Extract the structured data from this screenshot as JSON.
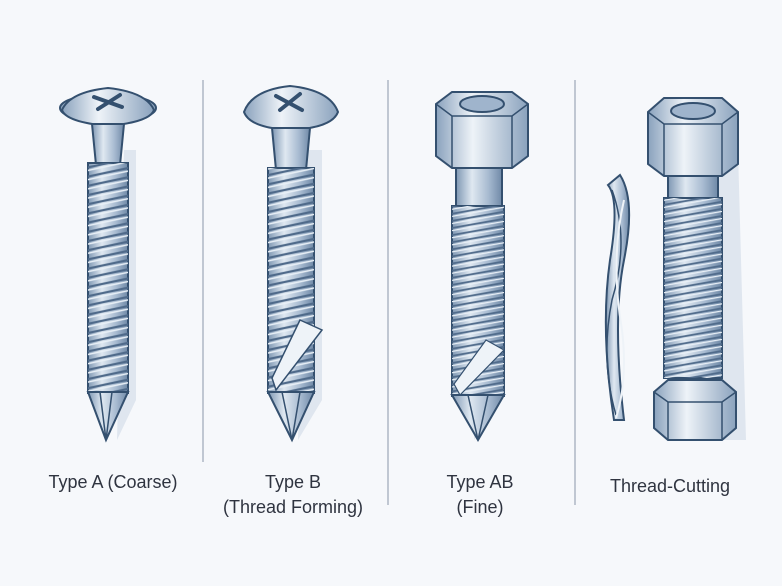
{
  "labels": {
    "type_a": "Type A (Coarse)",
    "type_b_line1": "Type B",
    "type_b_line2": "(Thread Forming)",
    "type_ab_line1": "Type AB",
    "type_ab_line2": "(Fine)",
    "thread_cutting": "Thread-Cutting"
  },
  "colors": {
    "background": "#f6f8fb",
    "metal_light": "#d9e3ee",
    "metal_mid": "#9fb4cc",
    "metal_dark": "#5f7896",
    "outline": "#34506f",
    "shadow": "#dfe6ef",
    "divider": "#8a96a8"
  },
  "icons": [
    "phillips-pan-head-screw",
    "phillips-truss-head-screw",
    "hex-socket-cap-screw",
    "twisted-cutting-blade",
    "hex-bolt-with-nut"
  ]
}
